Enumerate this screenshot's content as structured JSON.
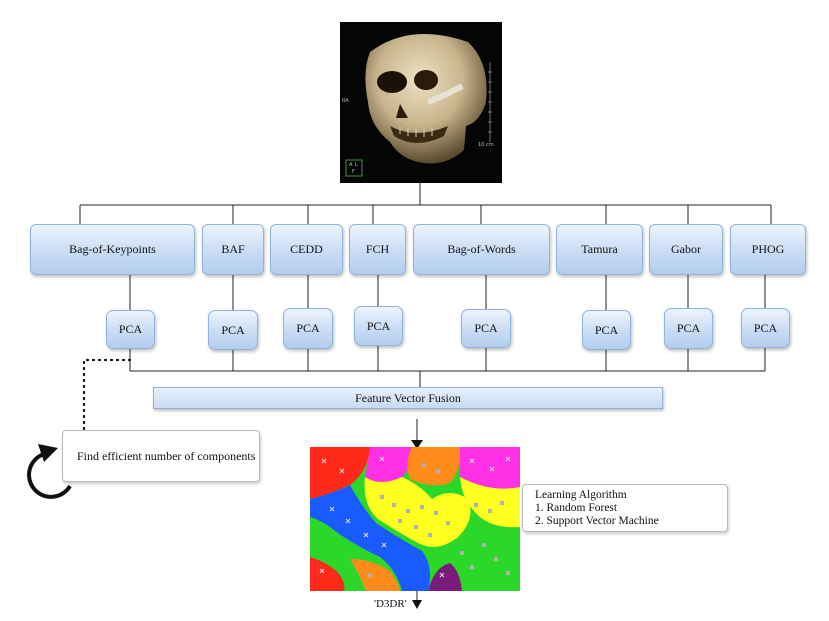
{
  "top_image": {
    "alt": "3D CT skull"
  },
  "ct_overlay": {
    "scale": "10 cm",
    "side_marker": "RA",
    "orient": [
      "A",
      "L",
      "F"
    ]
  },
  "descriptors": [
    "Bag-of-Keypoints",
    "BAF",
    "CEDD",
    "FCH",
    "Bag-of-Words",
    "Tamura",
    "Gabor",
    "PHOG"
  ],
  "pca_label": "PCA",
  "fusion_label": "Feature Vector Fusion",
  "find_label": "Find efficient number of components",
  "learning": {
    "title": "Learning Algorithm",
    "items": [
      "1. Random Forest",
      "2. Support Vector Machine"
    ]
  },
  "caption": "'D3DR'",
  "colors": {
    "box_border": "#8fb3dc",
    "box_fill": "#c9dcf4",
    "regions": [
      "#ff2a1a",
      "#ff2fe6",
      "#1a5bff",
      "#2bd82a",
      "#ffff20",
      "#ff8c1a",
      "#7a1a7a"
    ]
  }
}
